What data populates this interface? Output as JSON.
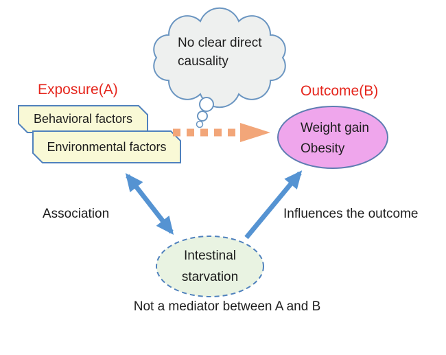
{
  "colors": {
    "label_red": "#e5261d",
    "text_black": "#1d1d1d",
    "cloud_fill": "#eef0ef",
    "cloud_stroke": "#6a95c1",
    "box_fill": "#f9f9d6",
    "box_stroke": "#4f81bd",
    "arrow_orange": "#f2a679",
    "outcome_fill": "#efa6ec",
    "outcome_stroke": "#5f7db2",
    "mediator_fill": "#e9f3e2",
    "mediator_stroke": "#4f81bd",
    "arrow_blue": "#5593d2"
  },
  "diagram": {
    "thought_bubble": {
      "line1": "No clear direct",
      "line2": "causality"
    },
    "exposure": {
      "label": "Exposure(A)",
      "boxes": [
        {
          "label": "Behavioral factors"
        },
        {
          "label": "Environmental factors"
        }
      ]
    },
    "outcome": {
      "label": "Outcome(B)",
      "ellipse": {
        "line1": "Weight gain",
        "line2": "Obesity"
      }
    },
    "mediator": {
      "ellipse": {
        "line1": "Intestinal",
        "line2": "starvation"
      },
      "caption": "Not a mediator between A and B"
    },
    "arrows": {
      "association_label": "Association",
      "influence_label": "Influences the outcome"
    }
  }
}
